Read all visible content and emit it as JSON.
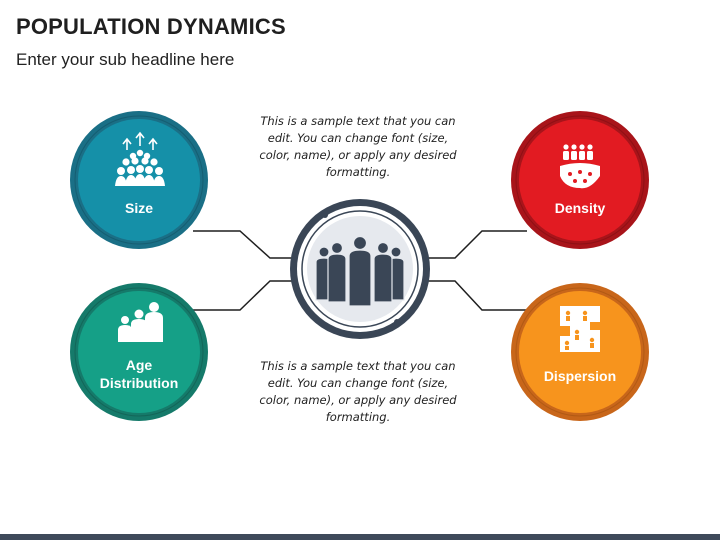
{
  "header": {
    "title": "POPULATION DYNAMICS",
    "subtitle": "Enter your sub headline here"
  },
  "notes": {
    "top": "This is a sample text that you can edit. You can change font (size, color, name), or apply any desired formatting.",
    "bottom": "This is a sample text that you can edit. You can change font (size, color, name), or apply any desired formatting."
  },
  "nodes": {
    "size": {
      "label": "Size",
      "color": "#1590a8",
      "ring": "#1a6f86",
      "icon": "crowd-growth-icon"
    },
    "age": {
      "label_line1": "Age",
      "label_line2": "Distribution",
      "color": "#15a087",
      "ring": "#157a6a",
      "icon": "family-icon"
    },
    "density": {
      "label": "Density",
      "color": "#e21b22",
      "ring": "#a8141a",
      "icon": "dense-crowd-icon"
    },
    "dispersion": {
      "label": "Dispersion",
      "color": "#f7941d",
      "ring": "#c8661a",
      "icon": "scattered-people-icon"
    },
    "center": {
      "color": "#e6e9ee",
      "ring": "#3a4656",
      "icon": "group-people-icon"
    }
  },
  "colors": {
    "connector": "#1f1f1f",
    "footer": "#3e4a5a"
  }
}
